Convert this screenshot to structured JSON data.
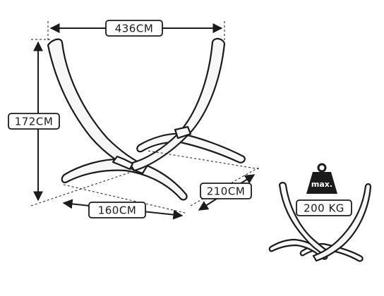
{
  "dimensions": {
    "width": "436CM",
    "height": "172CM",
    "base_width": "160CM",
    "base_depth": "210CM"
  },
  "load": {
    "weight_badge": "max.",
    "capacity": "200 KG"
  },
  "colors": {
    "line": "#1b1b1b",
    "frame_fill": "#f7f7f7",
    "background": "#ffffff"
  }
}
